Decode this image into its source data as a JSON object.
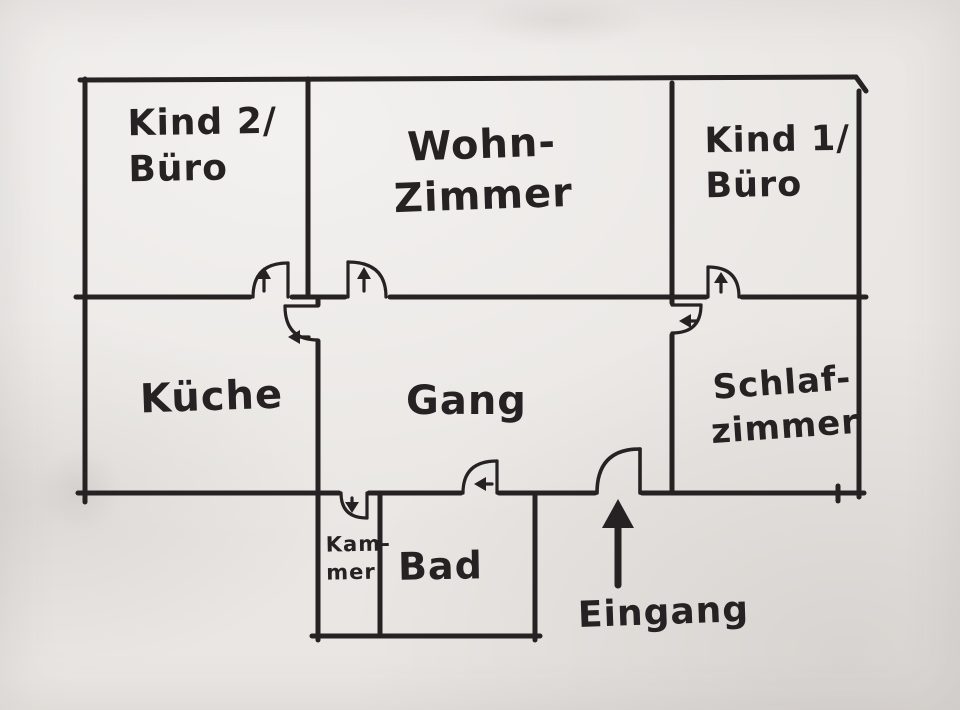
{
  "floorplan": {
    "rooms": {
      "kind2_buero": "Kind 2/\nBüro",
      "wohnzimmer": "Wohn-\nZimmer",
      "kind1_buero": "Kind 1/\nBüro",
      "kueche": "Küche",
      "gang": "Gang",
      "schlafzimmer": "Schlaf-\nzimmer",
      "kammer": "Kam-\nmer",
      "bad": "Bad"
    },
    "entrance_label": "Eingang",
    "colors": {
      "ink": "#262223",
      "paper": "#e9e6e3"
    }
  }
}
